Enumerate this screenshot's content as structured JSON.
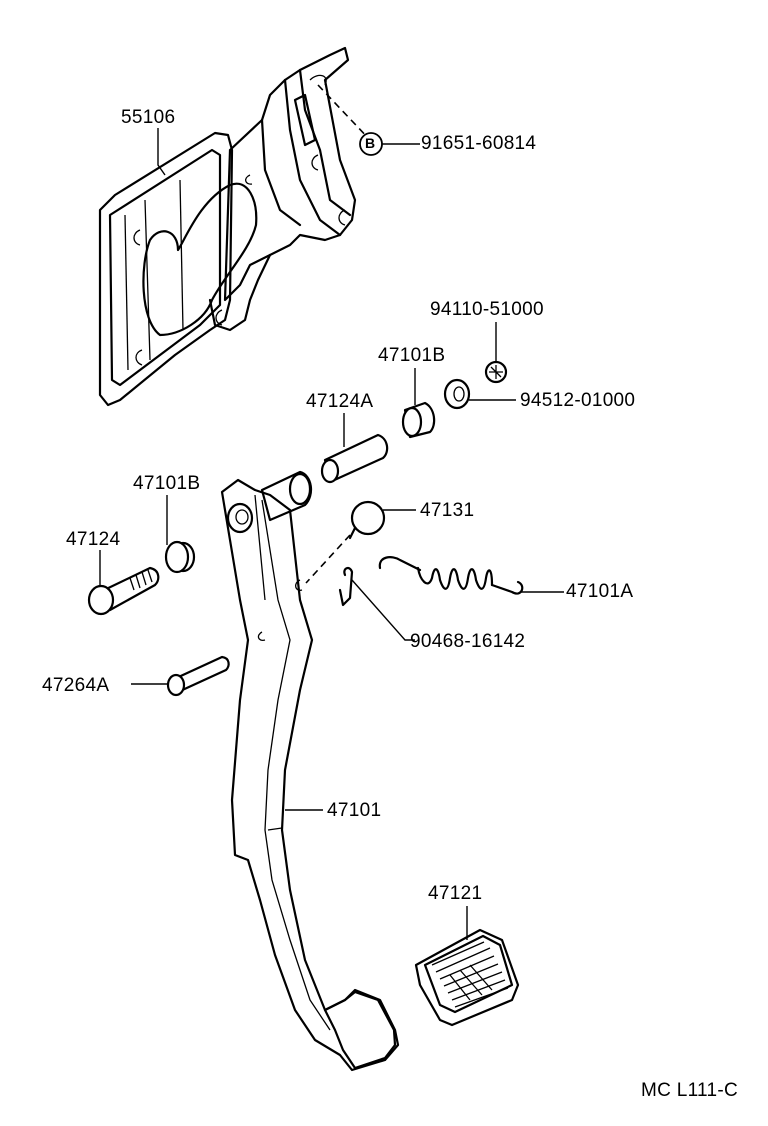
{
  "labels": {
    "p55106": "55106",
    "p91651": "91651-60814",
    "p94110": "94110-51000",
    "p47101b_top": "47101B",
    "p94512": "94512-01000",
    "p47124a": "47124A",
    "p47101b_left": "47101B",
    "p47131": "47131",
    "p47124": "47124",
    "p47101a": "47101A",
    "p90468": "90468-16142",
    "p47264a": "47264A",
    "p47101": "47101",
    "p47121": "47121",
    "callout_b": "B",
    "ref_code": "MC L111-C"
  }
}
